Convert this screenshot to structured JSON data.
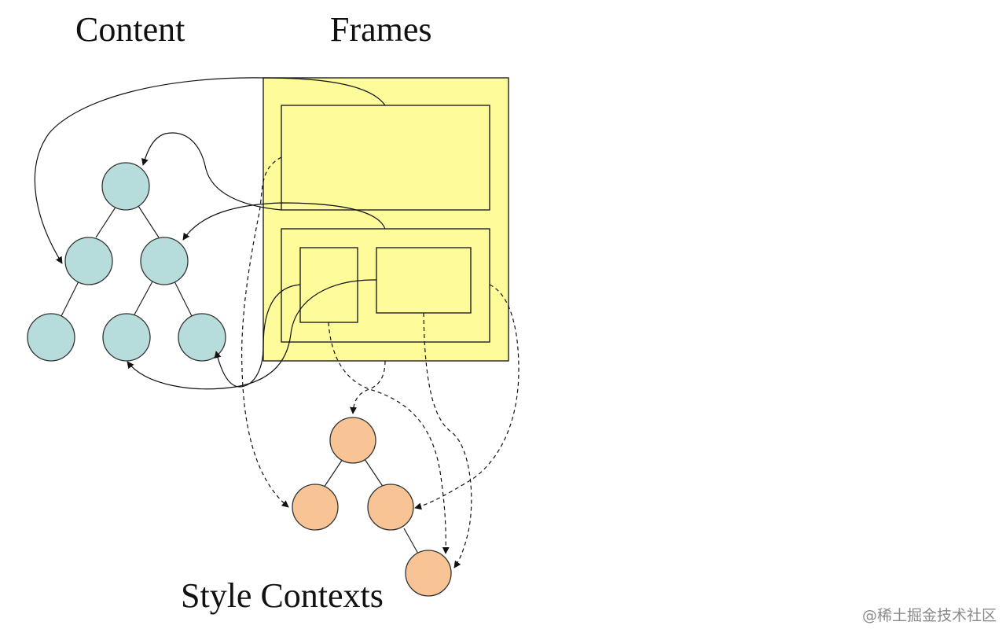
{
  "labels": {
    "content": "Content",
    "frames": "Frames",
    "style_contexts": "Style Contexts"
  },
  "watermark": "@稀土掘金技术社区",
  "colors": {
    "content_node": "#b7dcdc",
    "style_node": "#f8c495",
    "frame_fill": "#fefb9b",
    "line": "#111111"
  }
}
